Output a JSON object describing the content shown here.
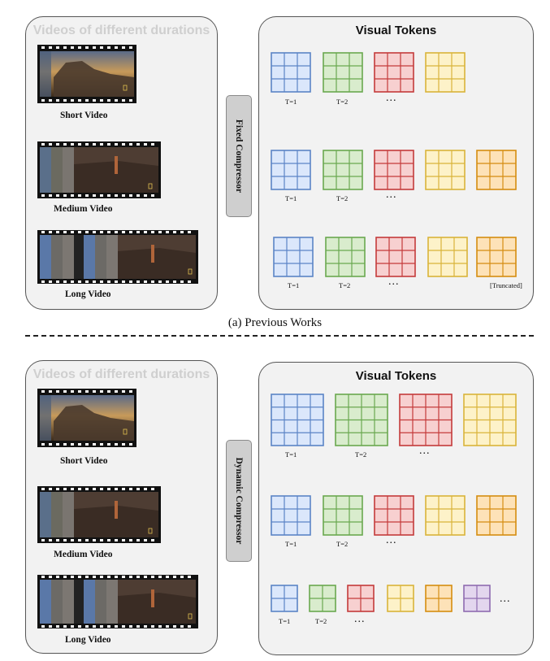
{
  "top": {
    "left_title": "Videos of different durations",
    "videos": [
      {
        "label": "Short Video"
      },
      {
        "label": "Medium Video"
      },
      {
        "label": "Long Video"
      }
    ],
    "compressor": "Fixed Compressor",
    "right_title": "Visual Tokens",
    "t1": "T=1",
    "t2": "T=2",
    "dots": "...",
    "truncated": "[Truncated]",
    "caption": "(a) Previous Works"
  },
  "bottom": {
    "left_title": "Videos of different durations",
    "videos": [
      {
        "label": "Short Video"
      },
      {
        "label": "Medium Video"
      },
      {
        "label": "Long Video"
      }
    ],
    "compressor": "Dynamic Compressor",
    "right_title": "Visual Tokens",
    "t1": "T=1",
    "t2": "T=2",
    "dots": "..."
  },
  "colors": {
    "blue": {
      "fill": "#dbe7fb",
      "stroke": "#5b84c6"
    },
    "green": {
      "fill": "#d9eccd",
      "stroke": "#6aa84f"
    },
    "red": {
      "fill": "#f7d0d0",
      "stroke": "#c43b3b"
    },
    "yellow": {
      "fill": "#fdf2c9",
      "stroke": "#d9b43a"
    },
    "orange": {
      "fill": "#fde2b8",
      "stroke": "#d58d10"
    },
    "purple": {
      "fill": "#e3d6ee",
      "stroke": "#8e6bb0"
    }
  }
}
